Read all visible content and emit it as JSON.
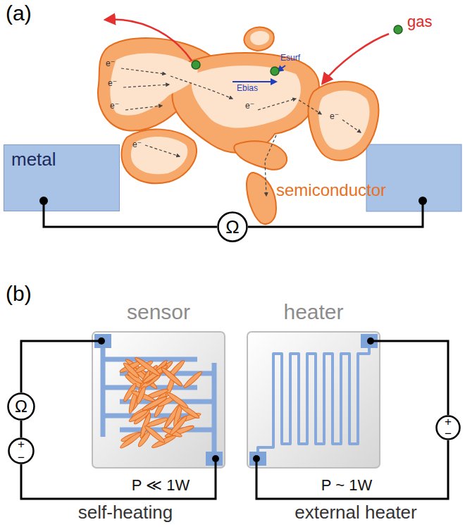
{
  "diagram": {
    "nodes": [
      {
        "text": [
          "metal"
        ]
      },
      {
        "text": [
          "Ω"
        ]
      },
      {
        "text": [
          "sensor"
        ]
      },
      {
        "text": [
          "heater"
        ]
      },
      {
        "text": [
          "Ω"
        ]
      },
      {
        "text": [
          "+",
          "−"
        ]
      },
      {
        "text": [
          "+",
          "−"
        ]
      }
    ],
    "edges": [
      {
        "from": 0,
        "to": 1,
        "arrow": "none"
      },
      {
        "from": 2,
        "to": 4,
        "arrow": "none"
      },
      {
        "from": 4,
        "to": 5,
        "arrow": "none"
      },
      {
        "from": 5,
        "to": 2,
        "arrow": "none"
      },
      {
        "from": 3,
        "to": 6,
        "arrow": "none"
      },
      {
        "from": 6,
        "to": 3,
        "arrow": "none"
      }
    ],
    "labels": [
      "(a)",
      "gas",
      "Esurf",
      "Ebias",
      "e⁻",
      "e⁻",
      "e⁻",
      "e⁻",
      "e⁻",
      "e⁻",
      "semiconductor",
      "(b)",
      "P ≪ 1W",
      "P ~ 1W",
      "self-heating",
      "external heater"
    ]
  }
}
